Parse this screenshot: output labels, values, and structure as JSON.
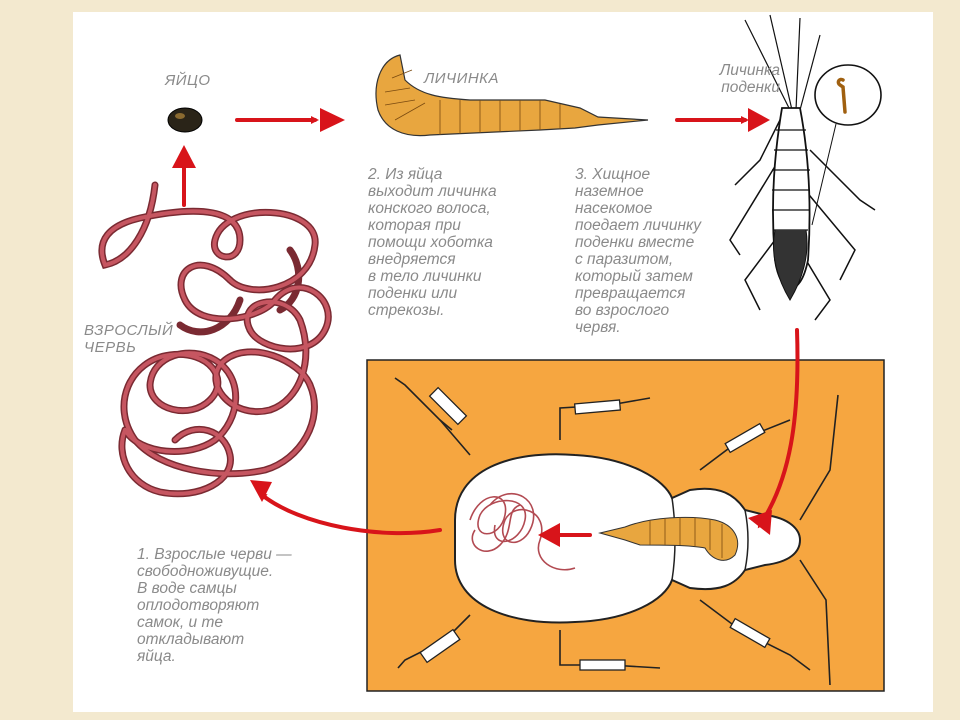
{
  "labels": {
    "egg": "ЯЙЦО",
    "larva": "ЛИЧИНКА",
    "mayfly_larva": "Личинка\nподенки",
    "adult_worm": "ВЗРОСЛЫЙ\nЧЕРВЬ"
  },
  "steps": {
    "step1": "1. Взрослые черви —\nсвободноживущие.\nВ воде самцы\nоплодотворяют\nсамок, и те\nоткладывают\nяйца.",
    "step2": "2. Из яйца\nвыходит личинка\nконского волоса,\nкоторая при\nпомощи хоботка\nвнедряется\nв тело личинки\nподенки или\nстрекозы.",
    "step3": "3. Хищное\nназемное\nнасекомое\nпоедает личинку\nподенки вместе\nс паразитом,\nкоторый затем\nпревращается\nво взрослого\nчервя."
  },
  "colors": {
    "arrow": "#d8141a",
    "worm": "#b24a52",
    "larva": "#e8a63f",
    "panel": "#f6a640",
    "label_text": "#8a8a8a"
  }
}
